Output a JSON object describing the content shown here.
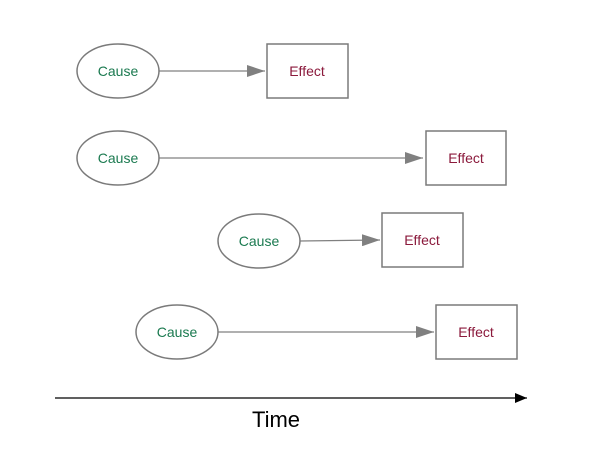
{
  "colors": {
    "background": "#ffffff",
    "node_stroke": "#7a7a7a",
    "edge": "#808080",
    "cause_text": "#1b7a50",
    "effect_text": "#8b1a3c",
    "axis": "#000000",
    "axis_text": "#000000"
  },
  "rows": [
    {
      "cause_label": "Cause",
      "effect_label": "Effect"
    },
    {
      "cause_label": "Cause",
      "effect_label": "Effect"
    },
    {
      "cause_label": "Cause",
      "effect_label": "Effect"
    },
    {
      "cause_label": "Cause",
      "effect_label": "Effect"
    }
  ],
  "time_axis": {
    "label": "Time"
  }
}
